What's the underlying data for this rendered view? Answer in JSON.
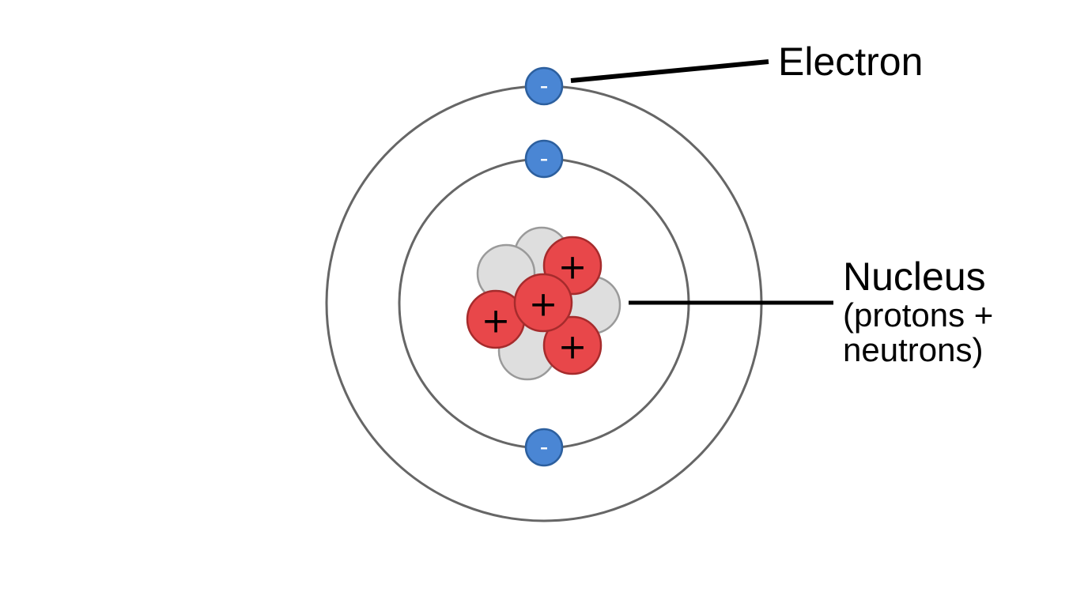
{
  "labels": {
    "electron": "Electron",
    "nucleus": "Nucleus",
    "nucleus_detail": "(protons + neutrons)"
  },
  "symbols": {
    "electron_sign": "-",
    "proton_sign": "+"
  },
  "counts": {
    "electrons": 3,
    "protons": 4,
    "neutrons": 4
  },
  "colors": {
    "electron_fill": "#4a86d4",
    "electron_stroke": "#2c5f9e",
    "proton_fill": "#e8474a",
    "proton_stroke": "#a62b2c",
    "neutron_fill": "#dedede",
    "neutron_stroke": "#9a9a9a",
    "orbit_stroke": "#666666",
    "pointer_line": "#000000"
  }
}
